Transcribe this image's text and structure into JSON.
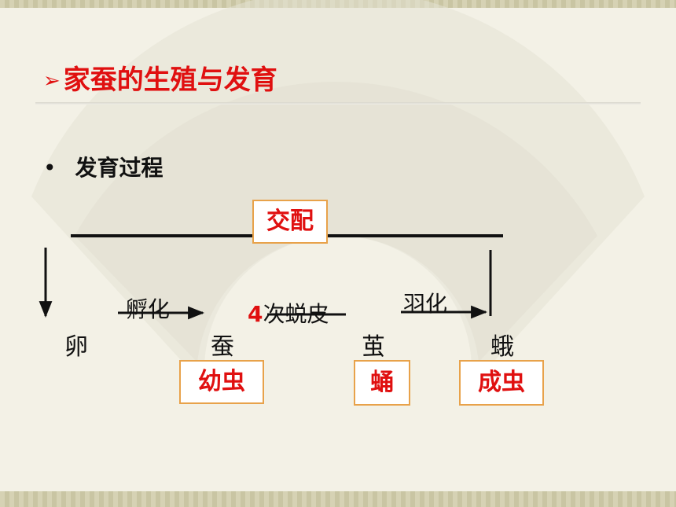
{
  "title": {
    "marker": "➢",
    "text": "家蚕的生殖与发育"
  },
  "bullet": {
    "dot": "•",
    "text": "发育过程"
  },
  "mating_label": "交配",
  "stages": {
    "egg": "卵",
    "larva": "蚕",
    "pupa": "茧",
    "moth": "蛾"
  },
  "processes": {
    "hatching": "孵化",
    "molting_count": "4",
    "molting_text": "次蜕皮",
    "emergence": "羽化"
  },
  "labels": {
    "larva": "幼虫",
    "pupa": "蛹",
    "adult": "成虫"
  },
  "colors": {
    "accent": "#e01010",
    "box_border": "#e8a24a"
  }
}
